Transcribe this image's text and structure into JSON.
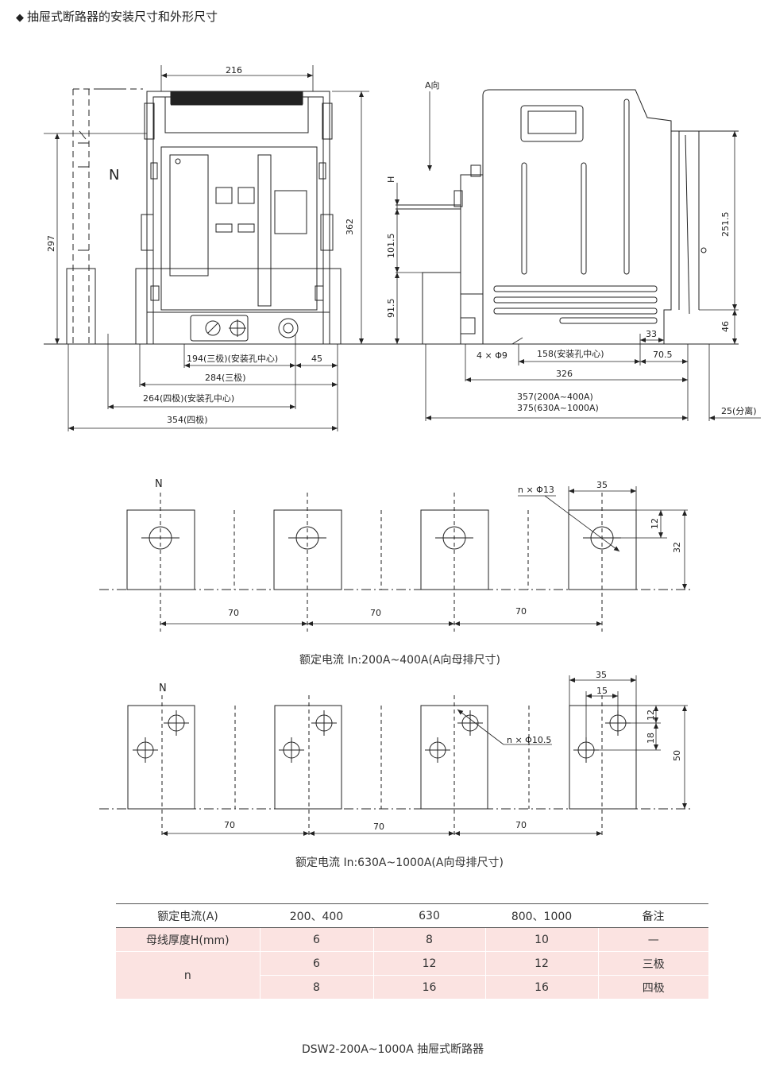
{
  "heading": {
    "marker": "◆",
    "text": "抽屉式断路器的安装尺寸和外形尺寸"
  },
  "front_view": {
    "pole_label": "N",
    "dims": {
      "width_top": "216",
      "height_right": "362",
      "height_left": "297",
      "mount_3p": "194(三极)(安装孔中心)",
      "offset": "45",
      "width_3p": "284(三极)",
      "mount_4p": "264(四极)(安装孔中心)",
      "width_4p": "354(四极)"
    }
  },
  "side_view": {
    "direction": "A向",
    "dims": {
      "h": "H",
      "d101": "101.5",
      "d91": "91.5",
      "d251": "251.5",
      "d46": "46",
      "d33": "33",
      "holes": "4 × Φ9",
      "mount": "158(安装孔中心)",
      "d70": "70.5",
      "d326": "326",
      "d357": "357(200A~400A)",
      "d375": "375(630A~1000A)",
      "separation": "25(分离)"
    }
  },
  "busbar_1": {
    "pole_label": "N",
    "hole_note": "n × Φ13",
    "dims": {
      "w": "35",
      "h1": "12",
      "h2": "32"
    },
    "spacing": [
      "70",
      "70",
      "70"
    ],
    "caption": "额定电流 In:200A~400A(A向母排尺寸)"
  },
  "busbar_2": {
    "pole_label": "N",
    "hole_note": "n × Φ10.5",
    "dims": {
      "w": "35",
      "w2": "15",
      "h1": "12",
      "h2": "18",
      "h3": "50"
    },
    "spacing": [
      "70",
      "70",
      "70"
    ],
    "caption": "额定电流 In:630A~1000A(A向母排尺寸)"
  },
  "spec_table": {
    "headers": [
      "额定电流(A)",
      "200、400",
      "630",
      "800、1000",
      "备注"
    ],
    "thickness_row": [
      "母线厚度H(mm)",
      "6",
      "8",
      "10",
      "—"
    ],
    "n_label": "n",
    "n_row_3p": [
      "6",
      "12",
      "12",
      "三极"
    ],
    "n_row_4p": [
      "8",
      "16",
      "16",
      "四极"
    ]
  },
  "footer": "DSW2-200A~1000A 抽屉式断路器"
}
